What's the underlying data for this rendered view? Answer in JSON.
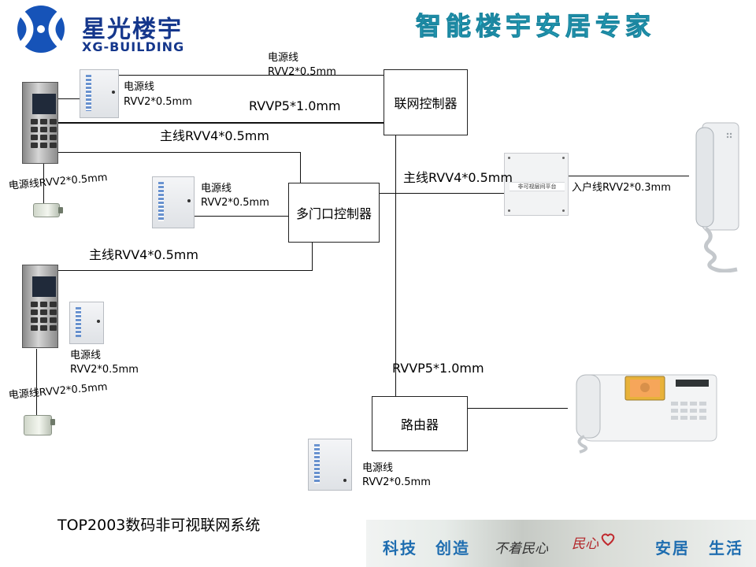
{
  "header": {
    "brand_cn": "星光楼宇",
    "brand_en": "XG-BUILDING",
    "slogan": "智能楼宇安居专家"
  },
  "nodes": {
    "network_controller": "联网控制器",
    "multi_door_controller": "多门口控制器",
    "router": "路由器"
  },
  "labels": {
    "top_power_title": "电源线",
    "top_power_spec": "RVV2*0.5mm",
    "psu1_title": "电源线",
    "psu1_spec": "RVV2*0.5mm",
    "rvvp_top": "RVVP5*1.0mm",
    "main_line_1": "主线RVV4*0.5mm",
    "lock1_power": "电源线RVV2*0.5mm",
    "psu2_title": "电源线",
    "psu2_spec": "RVV2*0.5mm",
    "main_line_right": "主线RVV4*0.5mm",
    "household_line": "入户线RVV2*0.3mm",
    "main_line_2": "主线RVV4*0.5mm",
    "psu3_title": "电源线",
    "psu3_spec": "RVV2*0.5mm",
    "rvvp_bottom": "RVVP5*1.0mm",
    "lock2_power": "电源线RVV2*0.5mm",
    "psu4_title": "电源线",
    "psu4_spec": "RVV2*0.5mm"
  },
  "decoder_label": "非可视层间平台",
  "caption": "TOP2003数码非可视联网系统",
  "footer": {
    "left_1": "科技",
    "left_2": "创造",
    "script_1": "不着民心",
    "script_2": "民心",
    "right_1": "安居",
    "right_2": "生活"
  },
  "colors": {
    "brand": "#15378c",
    "slogan": "#2fc1d8",
    "footer_word": "#1e6db0"
  }
}
